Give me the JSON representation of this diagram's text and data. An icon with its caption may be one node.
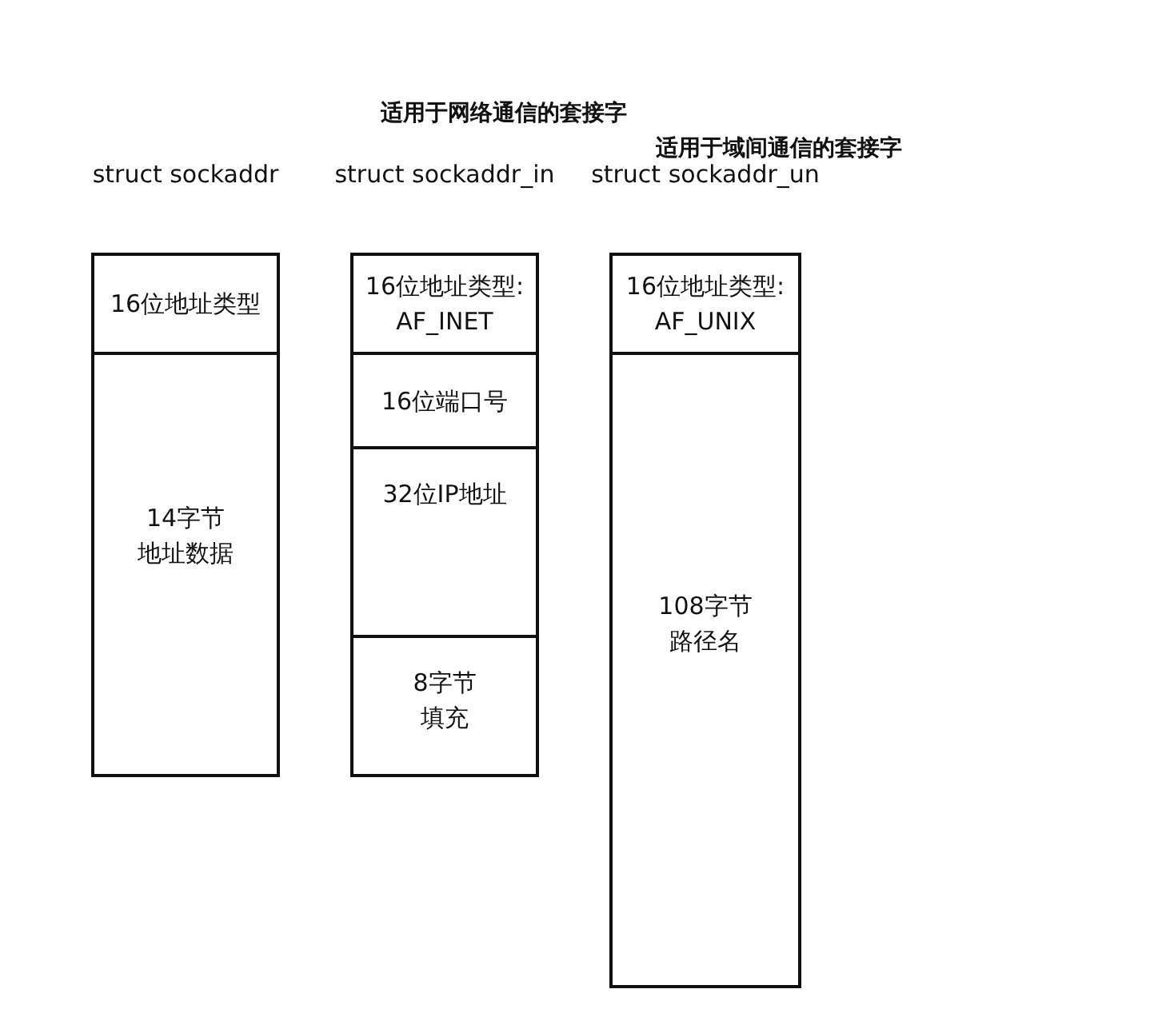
{
  "diagram": {
    "nodes": [
      {
        "text": [
          "struct sockaddr"
        ]
      },
      {
        "text": [
          "16位地址类型"
        ],
        "in": 0
      },
      {
        "text": [
          "14字节地址数据"
        ],
        "in": 0
      },
      {
        "text": [
          "struct sockaddr_in"
        ]
      },
      {
        "text": [
          "16位地址类型: AF_INET"
        ],
        "in": 3
      },
      {
        "text": [
          "16位端口号"
        ],
        "in": 3
      },
      {
        "text": [
          "32位IP地址"
        ],
        "in": 3
      },
      {
        "text": [
          "8字节填充"
        ],
        "in": 3
      },
      {
        "text": [
          "struct sockaddr_un"
        ]
      },
      {
        "text": [
          "16位地址类型: AF_UNIX"
        ],
        "in": 8
      },
      {
        "text": [
          "108字节路径名"
        ],
        "in": 8
      }
    ],
    "edges": [],
    "labels": [
      "适用于网络通信的套接字",
      "适用于域间通信的套接字"
    ]
  }
}
